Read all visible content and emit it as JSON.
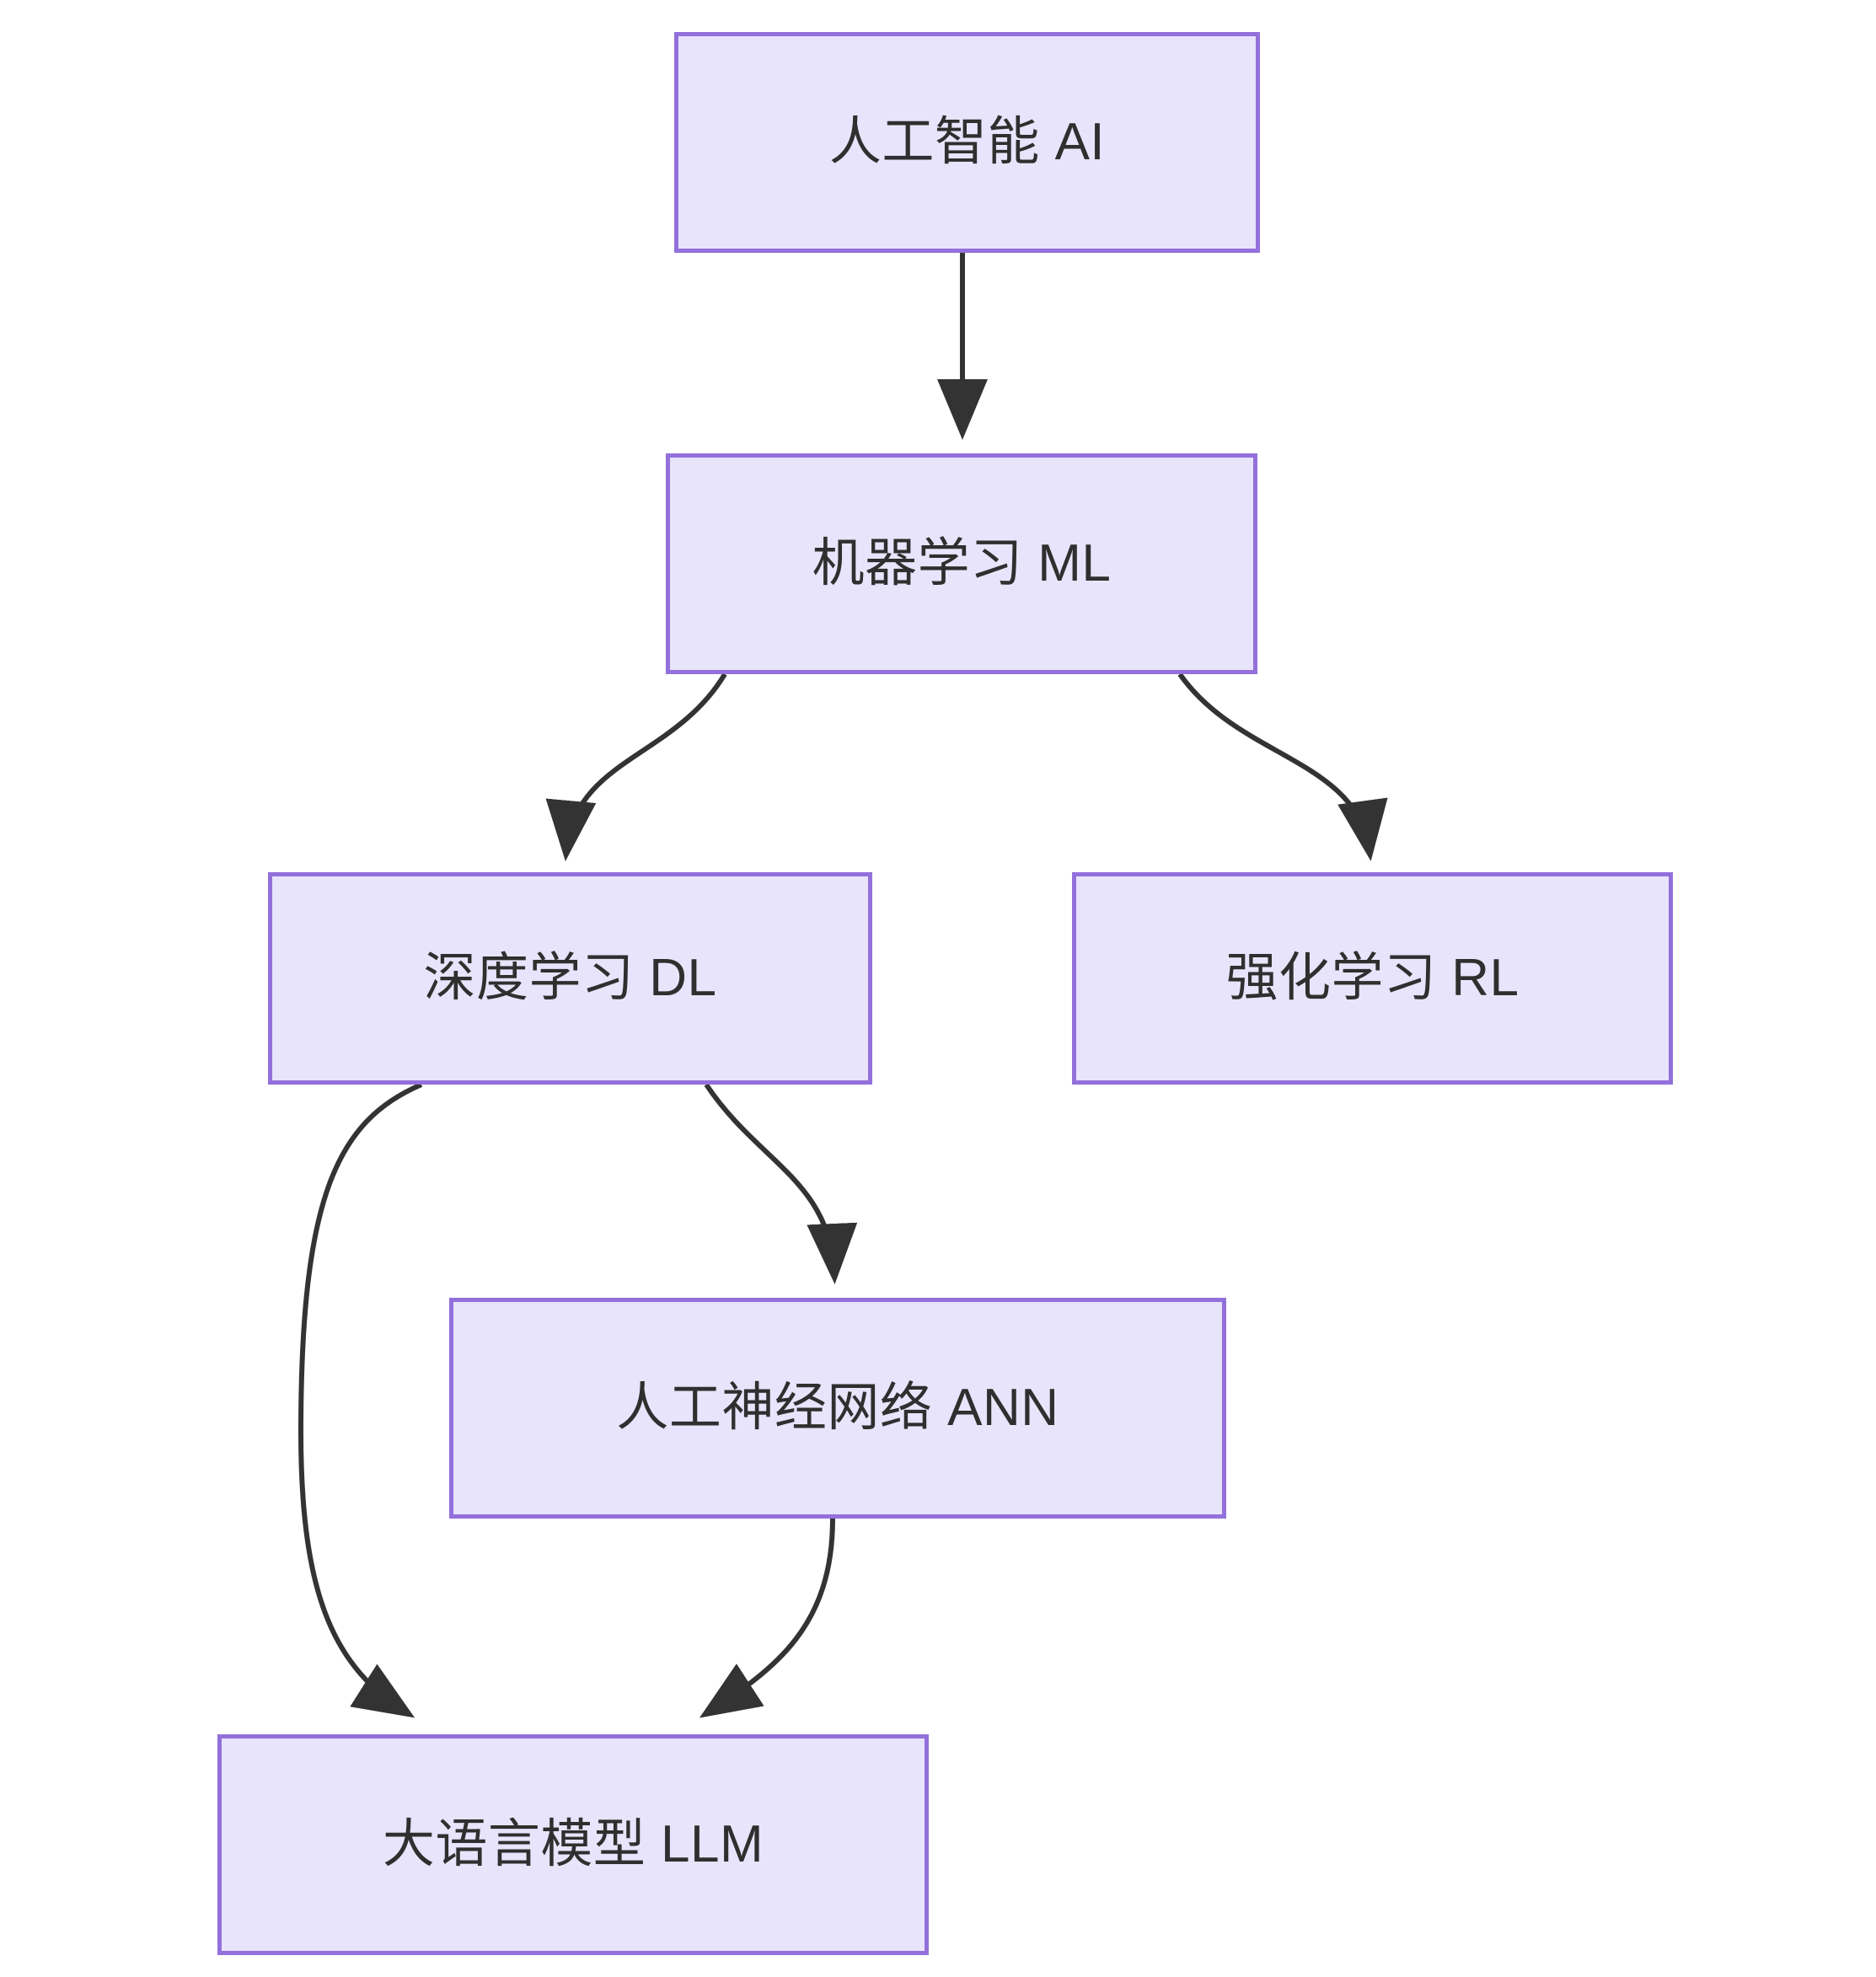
{
  "diagram": {
    "type": "flowchart",
    "direction": "top-down",
    "background_color": "#ffffff",
    "node_fill_color": "#e8e4fb",
    "node_border_color": "#9370db",
    "node_text_color": "#2f2f2f",
    "edge_color": "#333333",
    "nodes": [
      {
        "id": "ai",
        "label": "人工智能 AI"
      },
      {
        "id": "ml",
        "label": "机器学习 ML"
      },
      {
        "id": "dl",
        "label": "深度学习 DL"
      },
      {
        "id": "rl",
        "label": "强化学习 RL"
      },
      {
        "id": "ann",
        "label": "人工神经网络 ANN"
      },
      {
        "id": "llm",
        "label": "大语言模型 LLM"
      }
    ],
    "edges": [
      {
        "from": "ai",
        "to": "ml",
        "label": ""
      },
      {
        "from": "ml",
        "to": "dl",
        "label": ""
      },
      {
        "from": "ml",
        "to": "rl",
        "label": ""
      },
      {
        "from": "dl",
        "to": "ann",
        "label": ""
      },
      {
        "from": "dl",
        "to": "llm",
        "label": ""
      },
      {
        "from": "ann",
        "to": "llm",
        "label": ""
      }
    ]
  }
}
